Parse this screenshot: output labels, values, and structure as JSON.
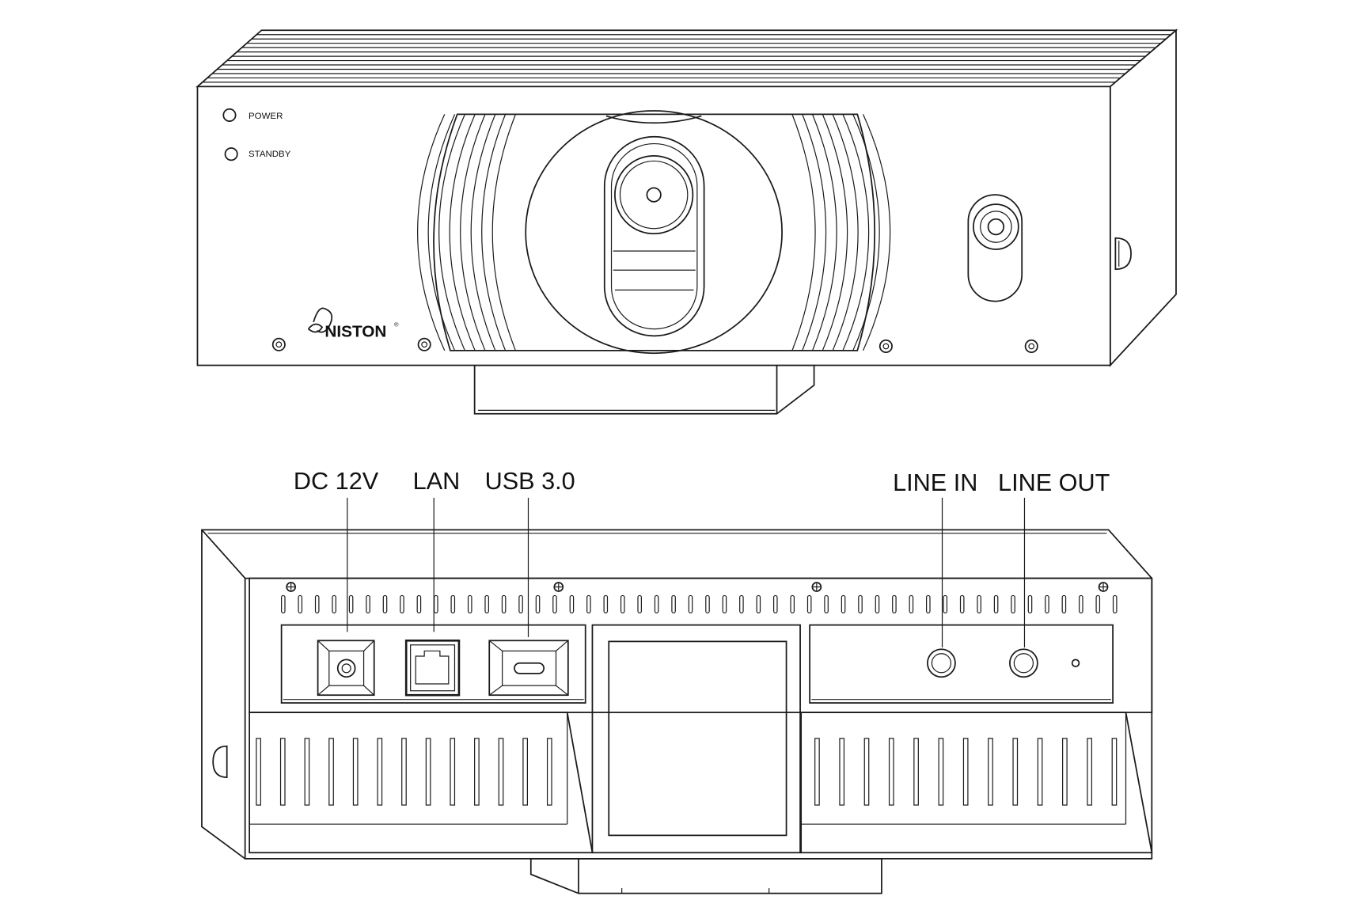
{
  "front_view": {
    "indicators": [
      {
        "label": "POWER"
      },
      {
        "label": "STANDBY"
      }
    ],
    "brand_logo": "NISTON"
  },
  "rear_view": {
    "port_labels": [
      {
        "label": "DC 12V"
      },
      {
        "label": "LAN"
      },
      {
        "label": "USB 3.0"
      },
      {
        "label": "LINE IN"
      },
      {
        "label": "LINE OUT"
      }
    ]
  }
}
